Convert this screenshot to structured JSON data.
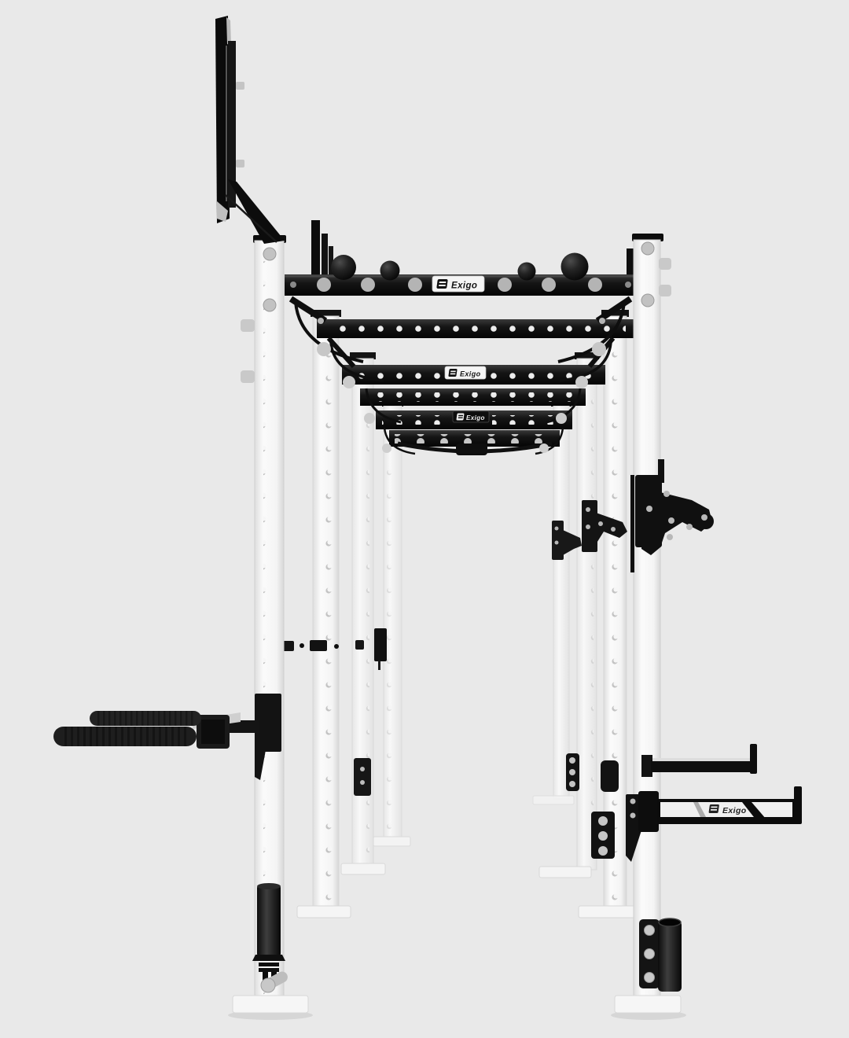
{
  "scene": {
    "background": "#e9e9e9"
  },
  "colors": {
    "steel_black": "#101010",
    "frame_white": "#f7f7f7",
    "bolt_silver": "#bdbdbd",
    "badge_white": "#f5f5f5",
    "badge_dark": "#0d0d0d",
    "badge_text_dark": "#161616",
    "badge_text_light": "#f0f0f0"
  },
  "branding": {
    "brand": "Exigo",
    "top_bar_badge": "Exigo",
    "mid_bar_badge": "Exigo",
    "low_bar_badge": "Exigo",
    "spotter_arm_badge": "Exigo"
  }
}
